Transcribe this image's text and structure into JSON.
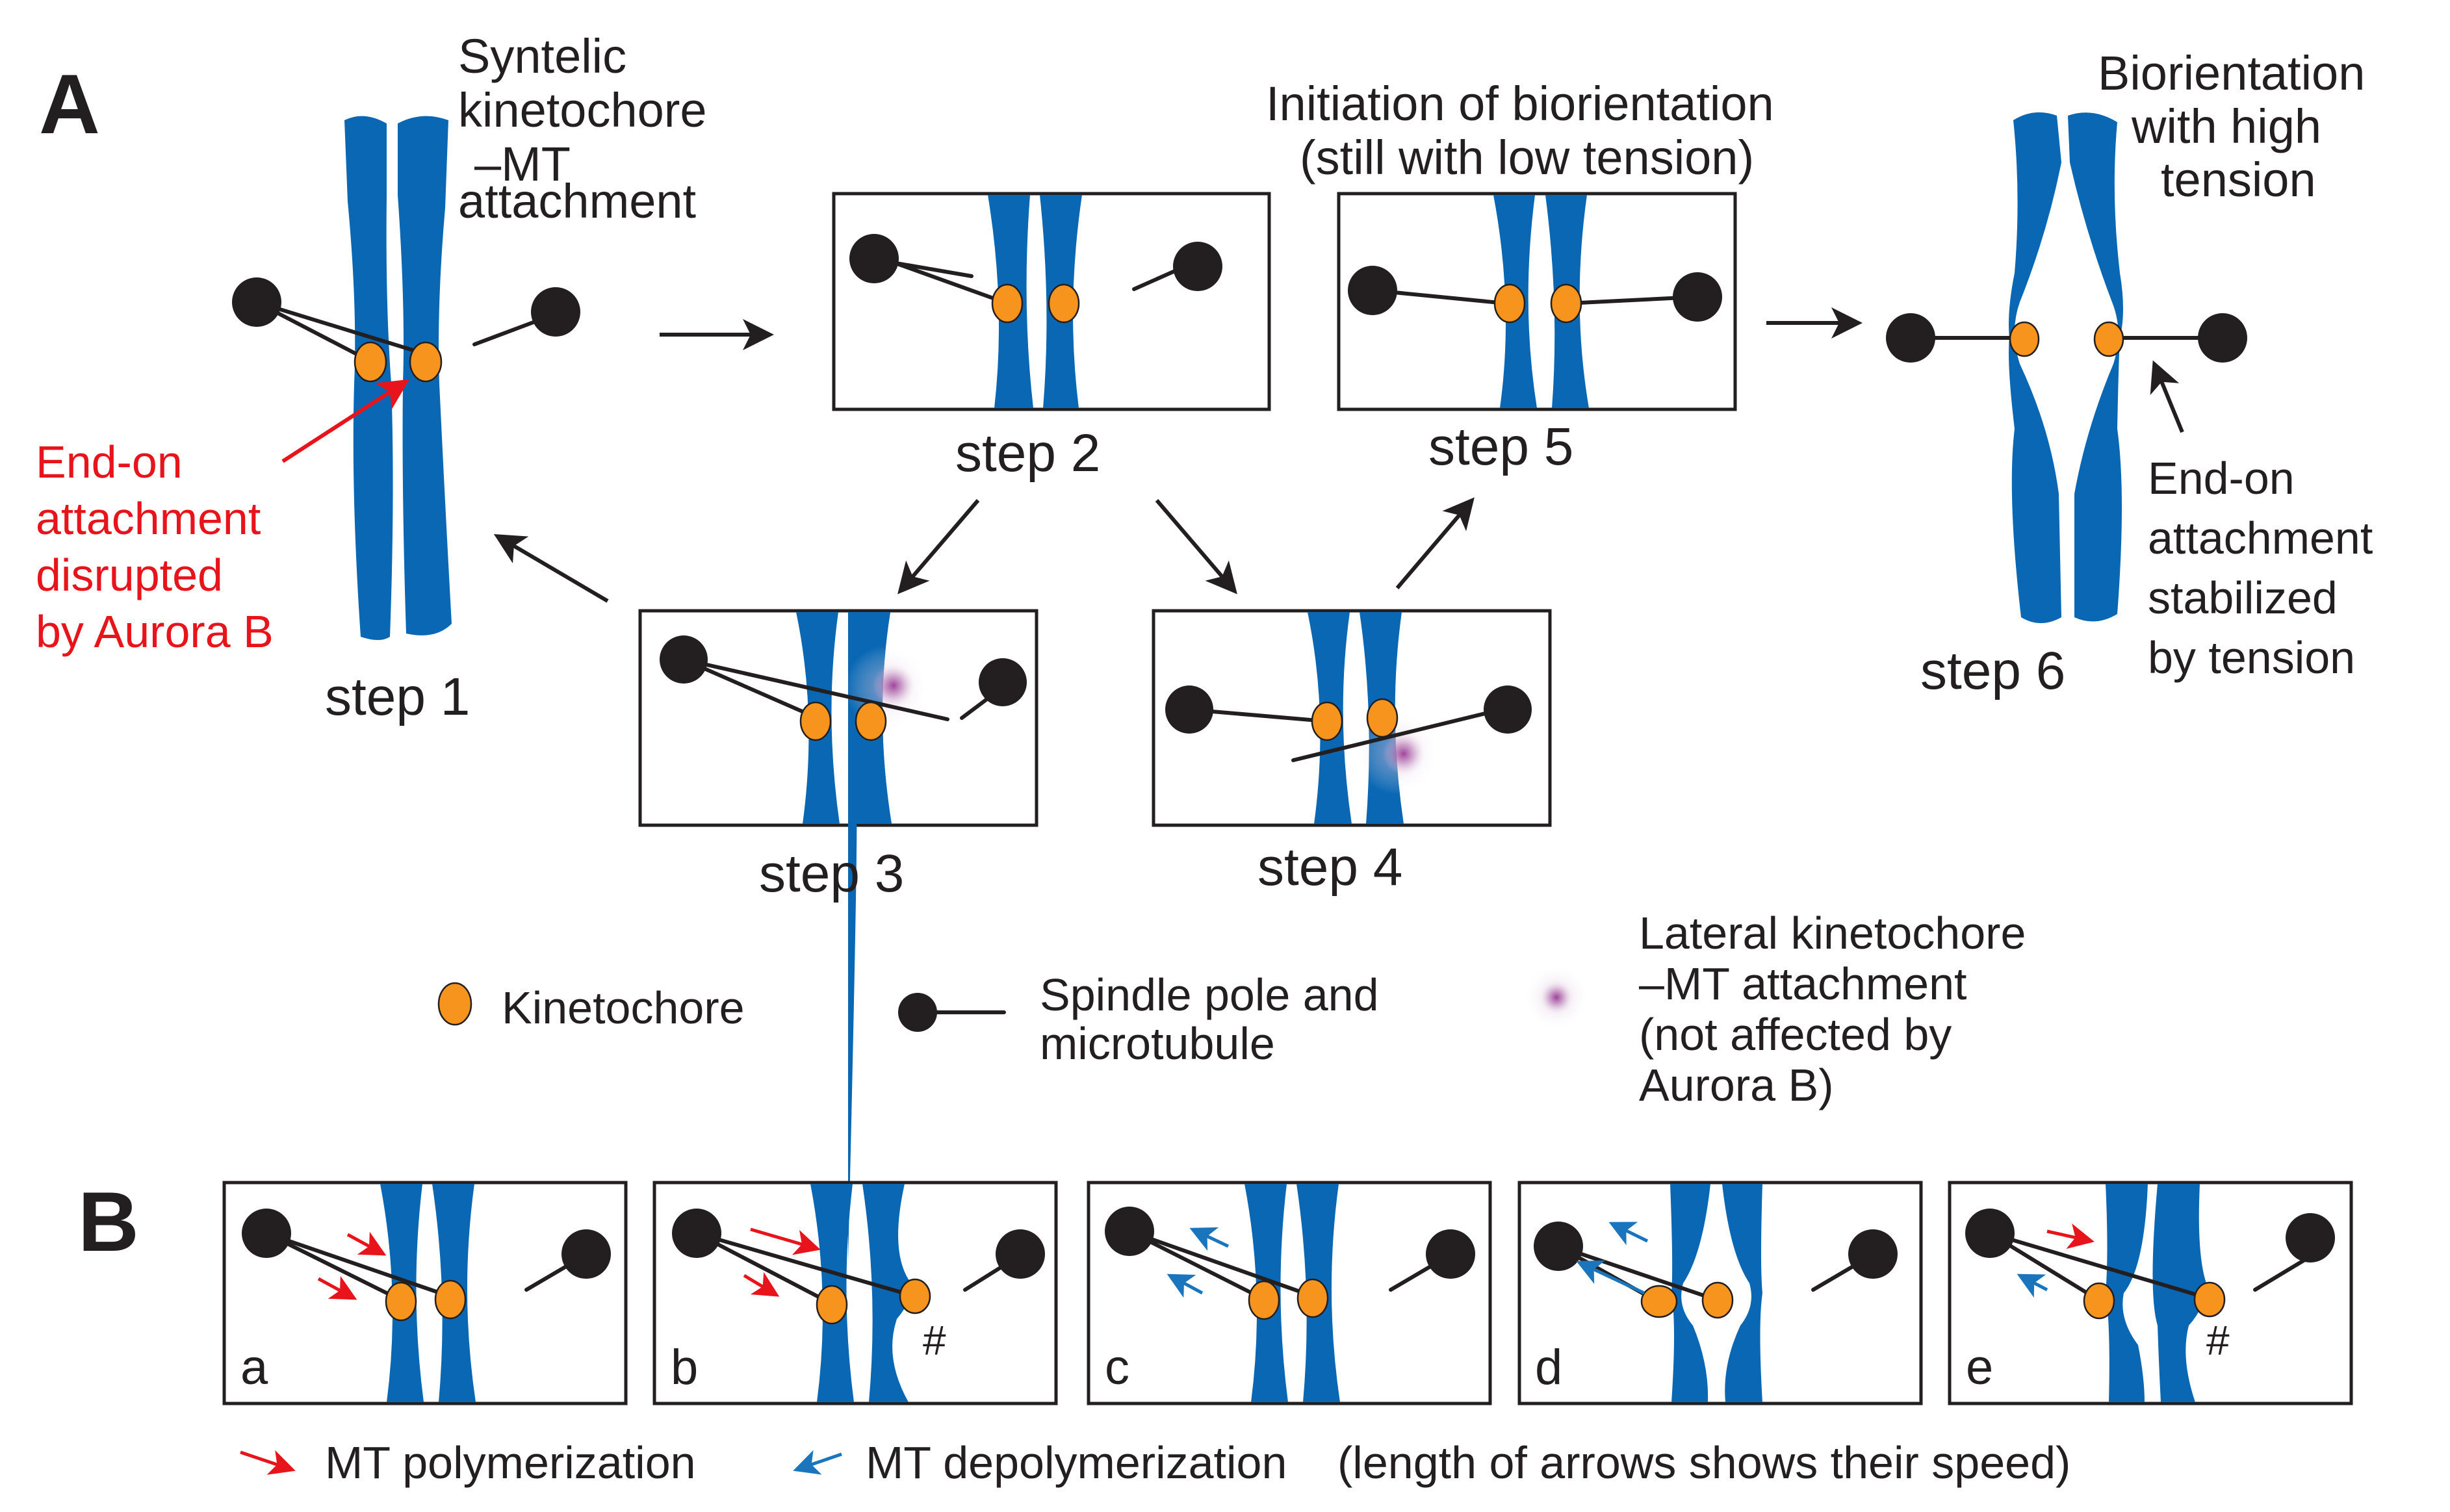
{
  "panel_a": {
    "letter": "A",
    "step1": {
      "label": "step 1",
      "title_lines": [
        "Syntelic",
        "kinetochore",
        "–MT",
        "attachment"
      ],
      "red_note_lines": [
        "End-on",
        "attachment",
        "disrupted",
        "by Aurora B"
      ]
    },
    "step2": {
      "label": "step 2"
    },
    "step3": {
      "label": "step 3"
    },
    "step4": {
      "label": "step 4"
    },
    "step5": {
      "label": "step 5",
      "title_lines": [
        "Initiation of biorientation",
        "(still with low tension)"
      ]
    },
    "step6": {
      "label": "step 6",
      "title_lines": [
        "Biorientation",
        "with high",
        "tension"
      ],
      "side_note_lines": [
        "End-on",
        "attachment",
        "stabilized",
        "by tension"
      ]
    },
    "legend": {
      "kinetochore": "Kinetochore",
      "pole_lines": [
        "Spindle pole and",
        "microtubule"
      ],
      "lateral_lines": [
        "Lateral kinetochore",
        "–MT attachment",
        "(not affected by",
        "Aurora B)"
      ]
    }
  },
  "panel_b": {
    "letter": "B",
    "sub_labels": [
      "a",
      "b",
      "c",
      "d",
      "e"
    ],
    "hash_mark": "#",
    "legend": {
      "polymerization": "MT polymerization",
      "depolymerization": "MT depolymerization",
      "note": "(length of arrows shows their speed)"
    }
  },
  "colors": {
    "chromosome": "#0a67b3",
    "kinetochore": "#f7941d",
    "pole": "#231f20",
    "polymerization_arrow": "#e8141c",
    "depolymerization_arrow": "#1a75bc",
    "lateral_attachment": "#9b3c96",
    "note_red": "#e8141c"
  }
}
